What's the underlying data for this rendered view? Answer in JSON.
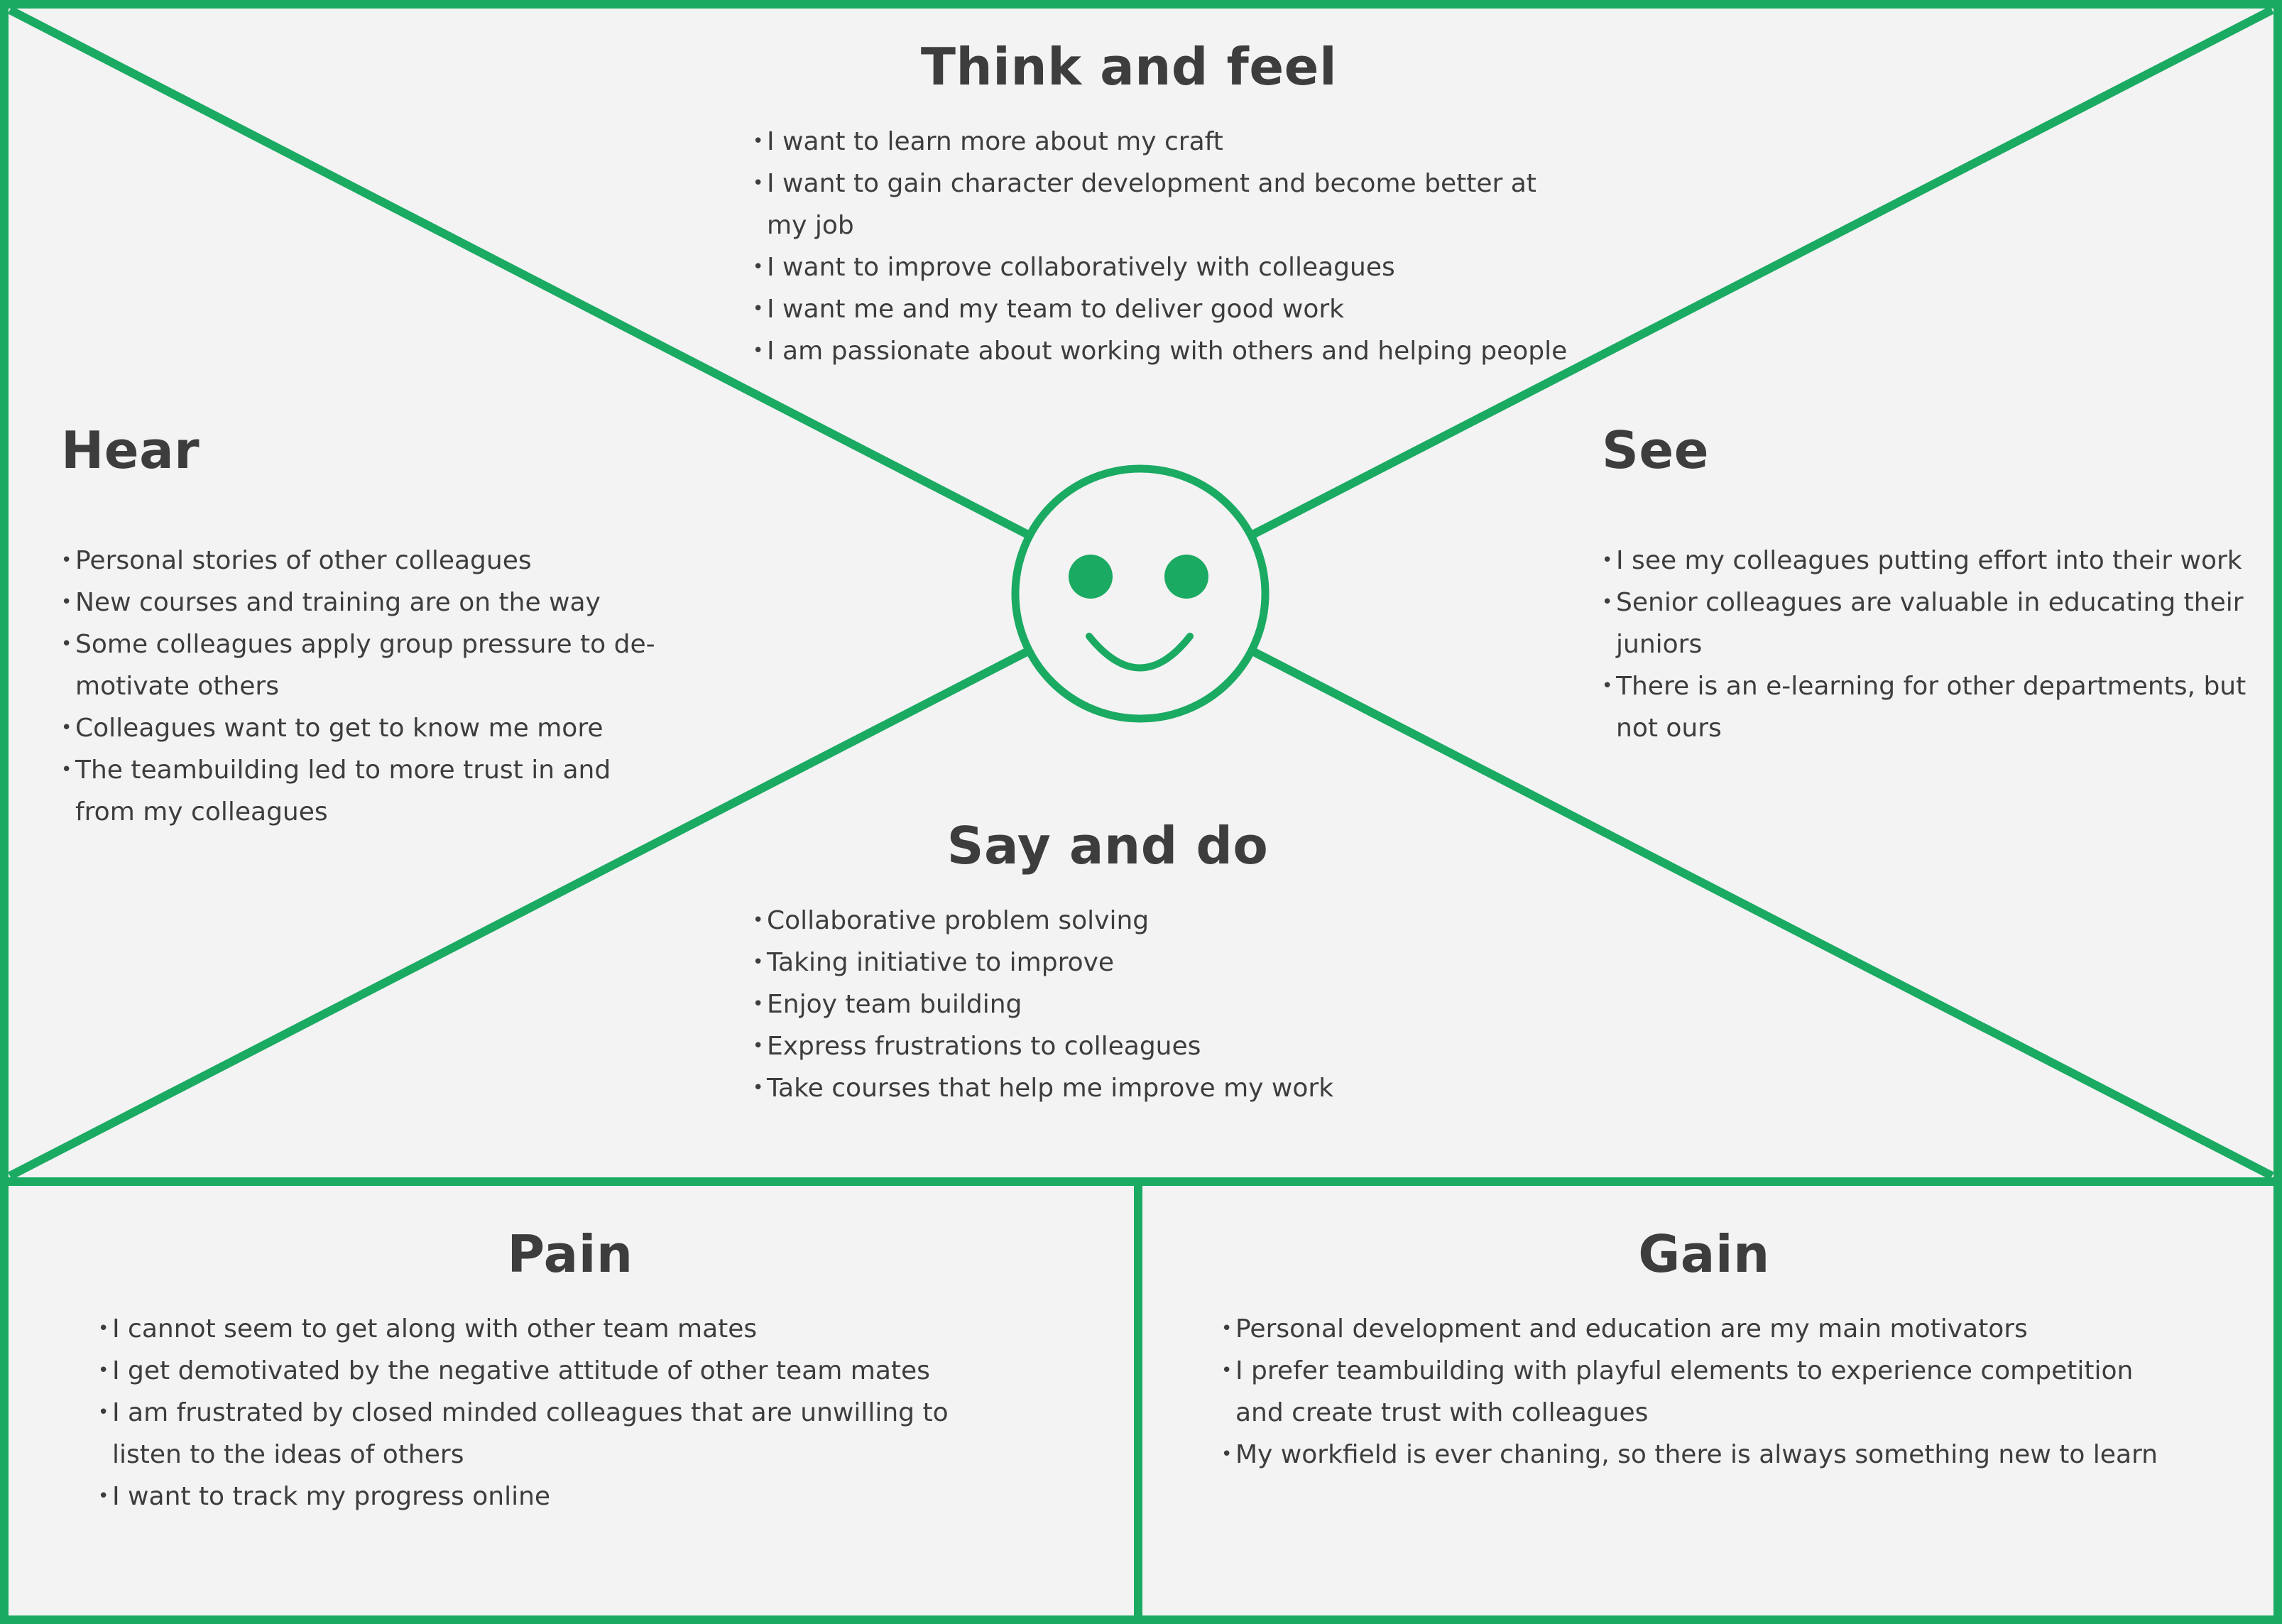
{
  "accent_color": "#1aaa62",
  "text_color": "#3d3d3d",
  "background_color": "#f3f3f3",
  "center_icon": "smiley-face-icon",
  "think_and_feel": {
    "title": "Think and feel",
    "items": [
      "I want to learn more about my craft",
      "I want to gain character development and become better at my job",
      "I want to improve collaboratively with colleagues",
      "I want me and my team to deliver good work",
      "I am passionate about working with others and helping people"
    ]
  },
  "hear": {
    "title": "Hear",
    "items": [
      "Personal stories of other colleagues",
      "New courses and training are on the way",
      "Some colleagues apply group pressure to de-motivate others",
      "Colleagues want to get to know me more",
      "The teambuilding led to more trust in and from my colleagues"
    ]
  },
  "see": {
    "title": "See",
    "items": [
      "I see my colleagues putting effort into their work",
      "Senior colleagues are valuable in educating their juniors",
      "There is an e-learning for other departments, but not ours"
    ]
  },
  "say_and_do": {
    "title": "Say and do",
    "items": [
      "Collaborative problem solving",
      "Taking initiative to improve",
      "Enjoy team building",
      "Express frustrations to colleagues",
      "Take courses that help me improve my work"
    ]
  },
  "pain": {
    "title": "Pain",
    "items": [
      "I cannot seem to get along with other team mates",
      "I get demotivated by the negative attitude of other team mates",
      "I am frustrated by closed minded colleagues that are unwilling to listen to the ideas of others",
      "I want to track my progress online"
    ]
  },
  "gain": {
    "title": "Gain",
    "items": [
      "Personal development and education are my main motivators",
      "I prefer teambuilding with playful elements to experience competition and create trust with colleagues",
      "My workfield is ever chaning, so there is always something new to learn"
    ]
  }
}
